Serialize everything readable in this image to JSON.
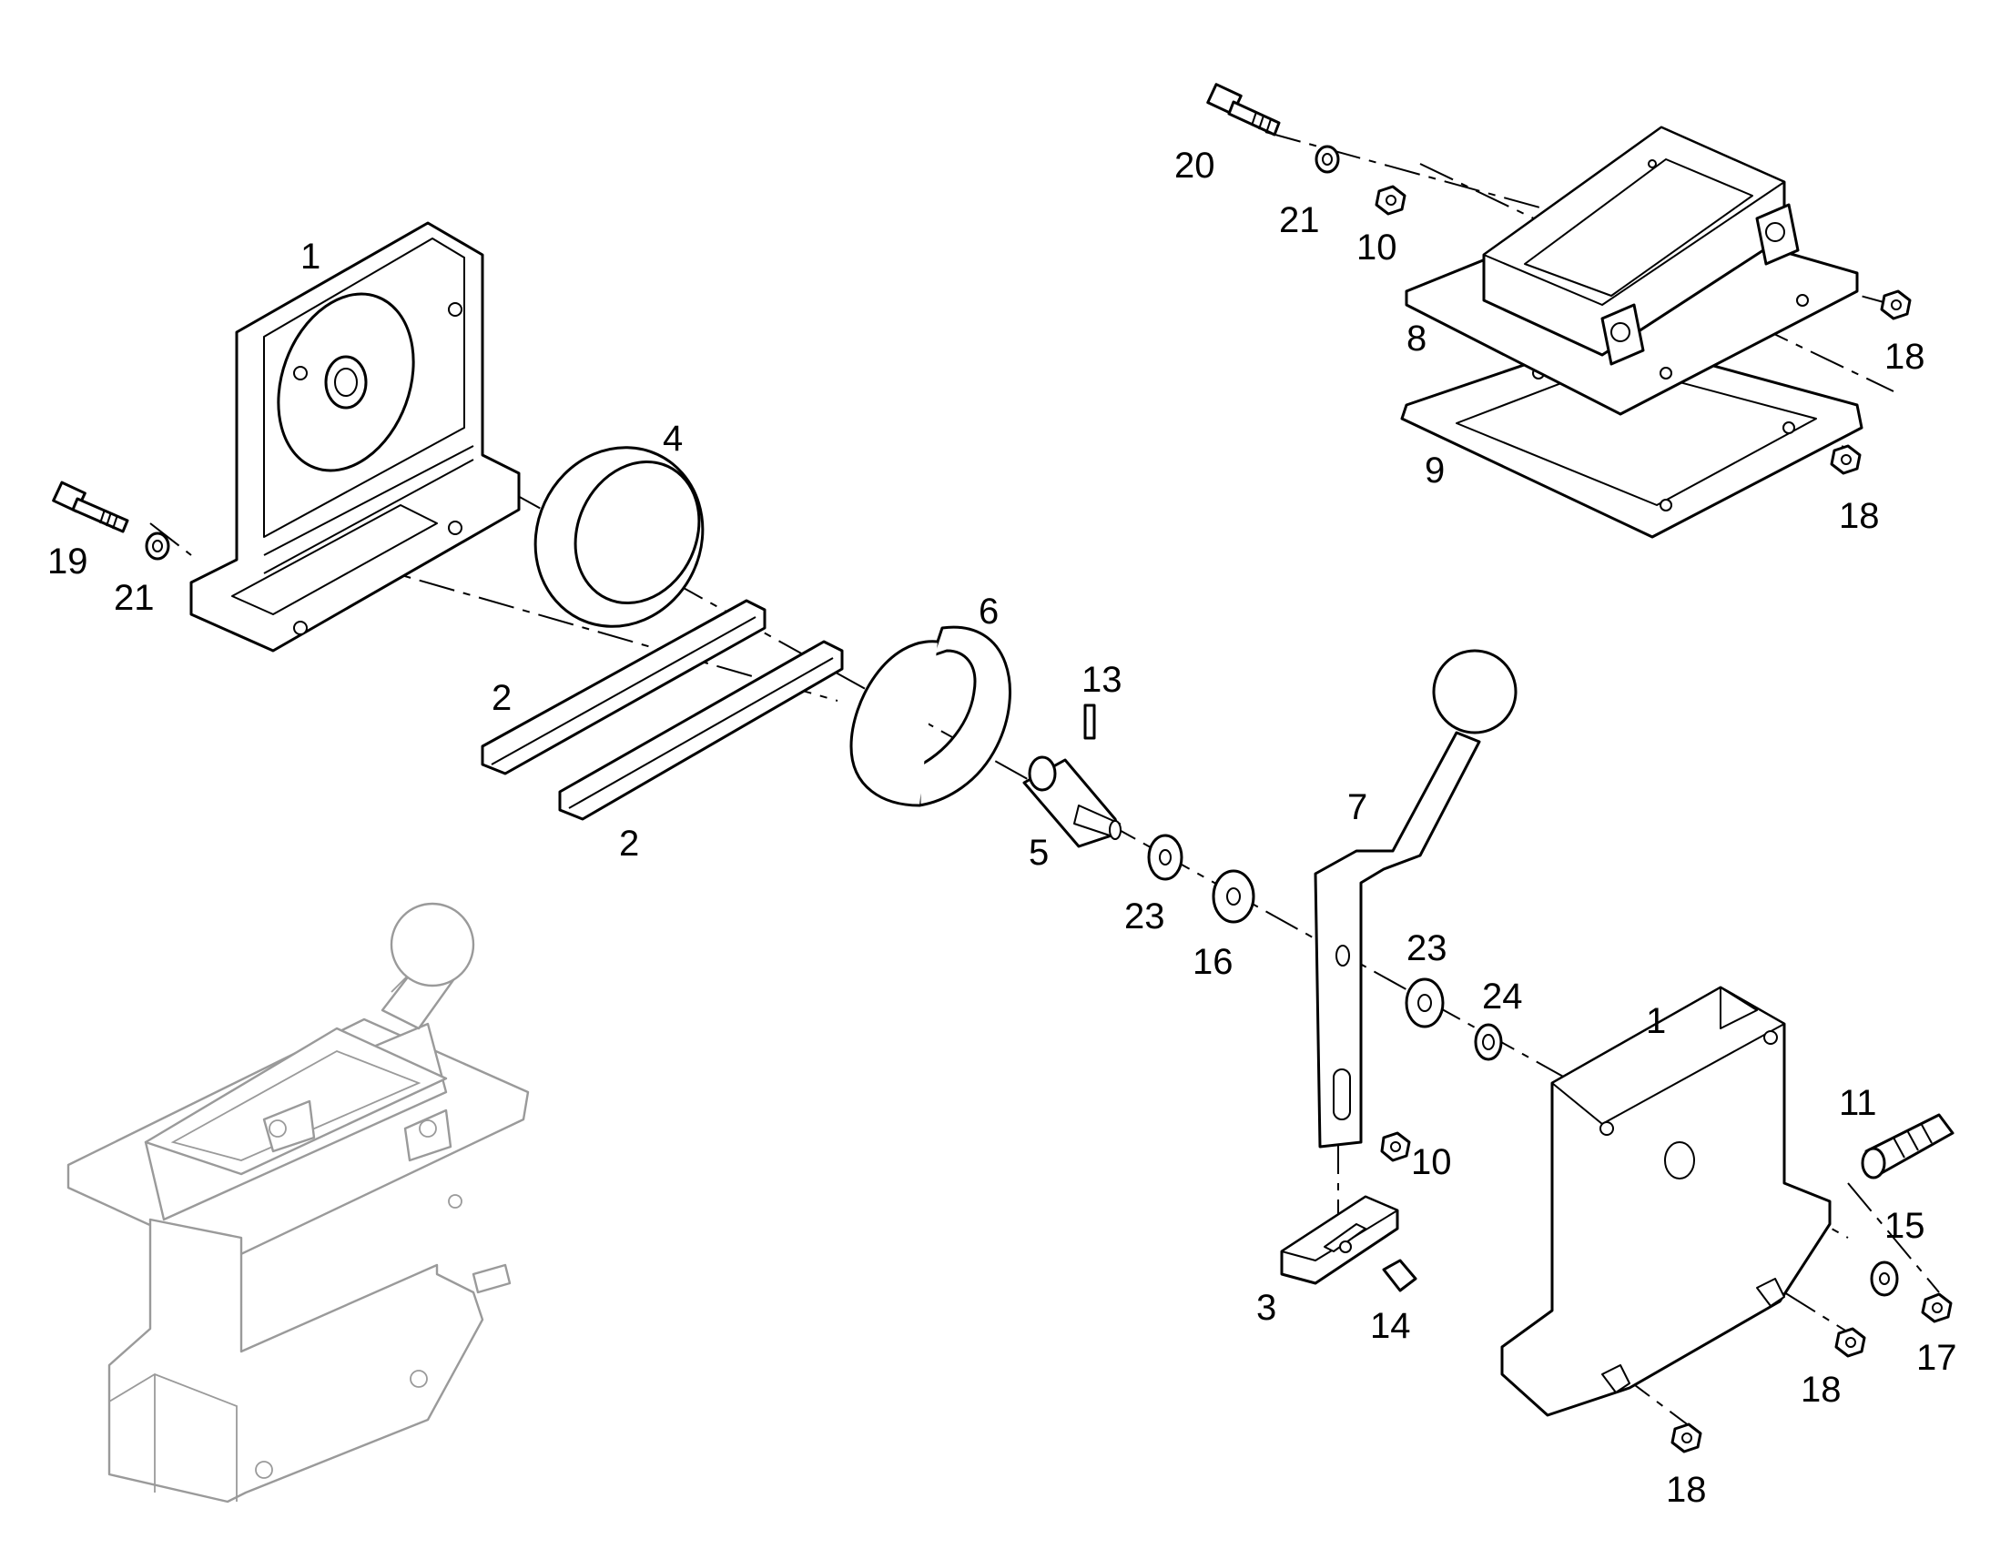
{
  "callouts": [
    {
      "id": "c1a",
      "label": "1"
    },
    {
      "id": "c1b",
      "label": "1"
    },
    {
      "id": "c2a",
      "label": "2"
    },
    {
      "id": "c2b",
      "label": "2"
    },
    {
      "id": "c3",
      "label": "3"
    },
    {
      "id": "c4",
      "label": "4"
    },
    {
      "id": "c5",
      "label": "5"
    },
    {
      "id": "c6",
      "label": "6"
    },
    {
      "id": "c7",
      "label": "7"
    },
    {
      "id": "c8",
      "label": "8"
    },
    {
      "id": "c9",
      "label": "9"
    },
    {
      "id": "c10a",
      "label": "10"
    },
    {
      "id": "c10b",
      "label": "10"
    },
    {
      "id": "c11",
      "label": "11"
    },
    {
      "id": "c13",
      "label": "13"
    },
    {
      "id": "c14",
      "label": "14"
    },
    {
      "id": "c15",
      "label": "15"
    },
    {
      "id": "c16",
      "label": "16"
    },
    {
      "id": "c17",
      "label": "17"
    },
    {
      "id": "c18a",
      "label": "18"
    },
    {
      "id": "c18b",
      "label": "18"
    },
    {
      "id": "c18c",
      "label": "18"
    },
    {
      "id": "c18d",
      "label": "18"
    },
    {
      "id": "c19",
      "label": "19"
    },
    {
      "id": "c20",
      "label": "20"
    },
    {
      "id": "c21a",
      "label": "21"
    },
    {
      "id": "c21b",
      "label": "21"
    },
    {
      "id": "c23a",
      "label": "23"
    },
    {
      "id": "c23b",
      "label": "23"
    },
    {
      "id": "c24",
      "label": "24"
    }
  ]
}
